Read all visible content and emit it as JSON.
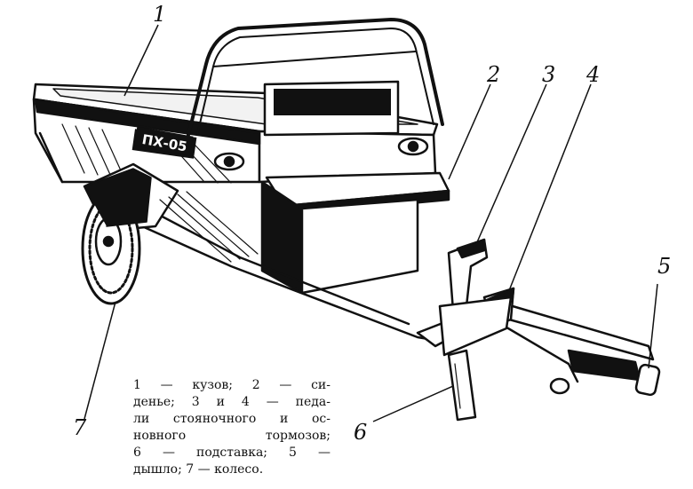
{
  "figure": {
    "plate_text": "ПХ-05",
    "callouts": [
      "1",
      "2",
      "3",
      "4",
      "5",
      "6",
      "7"
    ],
    "legend_lines": [
      "1 — кузов;  2 — си-",
      "денье; 3 и 4 — педа-",
      "ли стояночного и ос-",
      "новного тормозов;",
      "6 — подставка;  5 —",
      "дышло;  7 — колесо."
    ]
  }
}
